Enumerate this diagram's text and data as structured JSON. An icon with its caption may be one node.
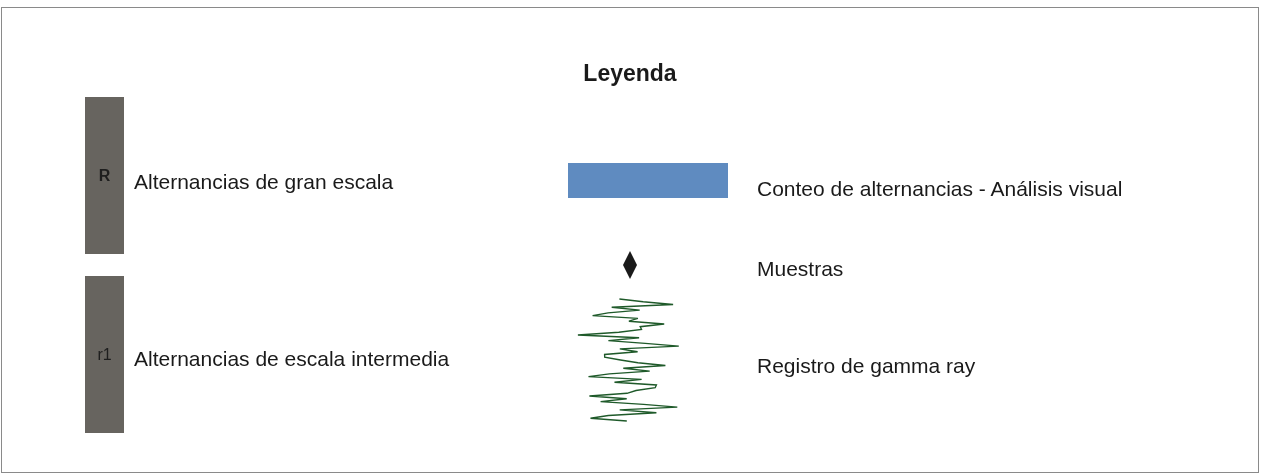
{
  "diagram": {
    "title": "Leyenda",
    "nodes": [
      {
        "text": [
          "R"
        ],
        "beside": [
          "Alternancias de gran escala"
        ]
      },
      {
        "text": [
          "r1"
        ],
        "beside": [
          "Alternancias de escala intermedia"
        ]
      }
    ],
    "legend": [
      {
        "text": "Conteo de alternancias - Análisis visual",
        "color": "#5f8bc0"
      },
      {
        "text": "Muestras"
      },
      {
        "text": "Registro de gamma ray"
      }
    ]
  }
}
